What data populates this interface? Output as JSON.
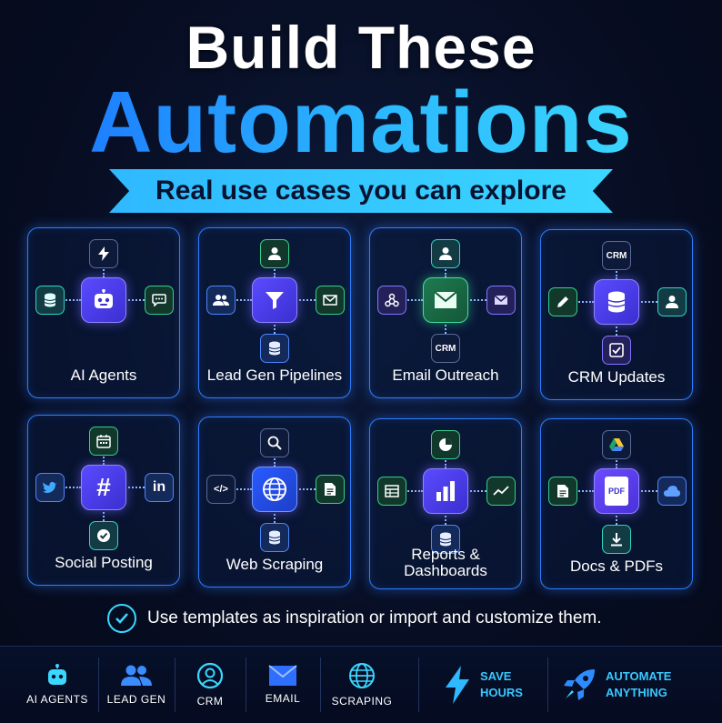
{
  "title": {
    "line1": "Build These",
    "line2": "Automations",
    "ribbon": "Real use cases you can explore"
  },
  "cards": [
    {
      "label": "AI Agents",
      "top_icon": "bolt-icon",
      "center_icon": "robot-icon",
      "left_icon": "database-icon",
      "right_icon": "chat-icon"
    },
    {
      "label": "Lead Gen Pipelines",
      "top_icon": "user-icon",
      "center_icon": "filter-icon",
      "left_icon": "users-icon",
      "right_icon": "mail-icon",
      "bottom_icon": "database-icon"
    },
    {
      "label": "Email Outreach",
      "top_icon": "user-icon",
      "center_icon": "mail-icon",
      "left_icon": "webhook-icon",
      "right_icon": "mail-icon",
      "bottom_text": "CRM"
    },
    {
      "label": "CRM Updates",
      "top_text": "CRM",
      "center_icon": "database-icon",
      "left_icon": "pencil-icon",
      "right_icon": "user-icon",
      "bottom_icon": "checkbox-icon"
    },
    {
      "label": "Social Posting",
      "top_icon": "calendar-icon",
      "center_text": "#",
      "left_icon": "twitter-icon",
      "right_text": "in",
      "bottom_icon": "check-icon"
    },
    {
      "label": "Web Scraping",
      "top_icon": "search-icon",
      "center_icon": "globe-icon",
      "left_text": "</>",
      "right_icon": "document-icon",
      "bottom_icon": "database-icon"
    },
    {
      "label_line1": "Reports &",
      "label_line2": "Dashboards",
      "top_icon": "pie-chart-icon",
      "center_icon": "bar-chart-icon",
      "left_icon": "table-icon",
      "right_icon": "trend-line-icon",
      "bottom_icon": "database-icon"
    },
    {
      "label": "Docs & PDFs",
      "top_icon": "google-drive-icon",
      "center_text": "PDF",
      "left_icon": "document-icon",
      "right_icon": "cloud-icon",
      "bottom_icon": "download-icon"
    }
  ],
  "note": "Use templates as inspiration or import and customize them.",
  "bottom_bar": {
    "items": [
      "AI AGENTS",
      "LEAD GEN",
      "CRM",
      "EMAIL",
      "SCRAPING"
    ],
    "save_line1": "SAVE",
    "save_line2": "HOURS",
    "automate_line1": "AUTOMATE",
    "automate_line2": "ANYTHING"
  },
  "colors": {
    "accent": "#2fb8ff",
    "card_border": "#2f7dff",
    "center_node": "#5a4bff"
  }
}
